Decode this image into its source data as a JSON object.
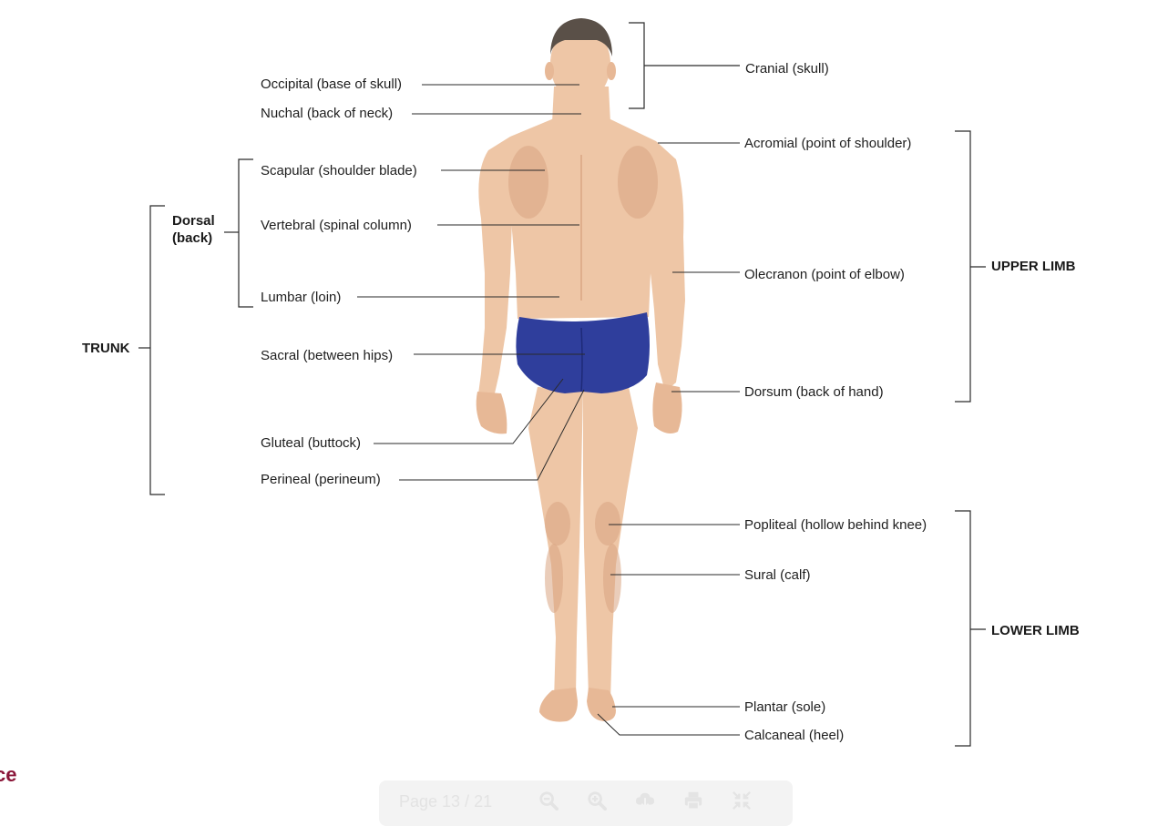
{
  "labels": {
    "cranial": "Cranial (skull)",
    "occipital": "Occipital (base of skull)",
    "nuchal": "Nuchal (back of neck)",
    "acromial": "Acromial (point of shoulder)",
    "scapular": "Scapular (shoulder blade)",
    "dorsal_line1": "Dorsal",
    "dorsal_line2": "(back)",
    "vertebral": "Vertebral (spinal column)",
    "olecranon": "Olecranon (point of elbow)",
    "upper_limb": "UPPER LIMB",
    "lumbar": "Lumbar (loin)",
    "trunk": "TRUNK",
    "sacral": "Sacral (between hips)",
    "dorsum": "Dorsum (back of hand)",
    "gluteal": "Gluteal (buttock)",
    "perineal": "Perineal (perineum)",
    "popliteal": "Popliteal (hollow behind knee)",
    "sural": "Sural (calf)",
    "lower_limb": "LOWER LIMB",
    "plantar": "Plantar (sole)",
    "calcaneal": "Calcaneal (heel)"
  },
  "brand_fragment": "ce",
  "viewer": {
    "page_indicator": "Page 13 / 21",
    "icons": [
      "zoom-out-icon",
      "zoom-in-icon",
      "download-icon",
      "print-icon",
      "fullscreen-exit-icon"
    ]
  },
  "colors": {
    "brand": "#8a1538",
    "swimsuit": "#2f3e9c",
    "skin": "#eec6a6",
    "hair": "#5a5048",
    "toolbar_bg": "#f3f3f3"
  }
}
